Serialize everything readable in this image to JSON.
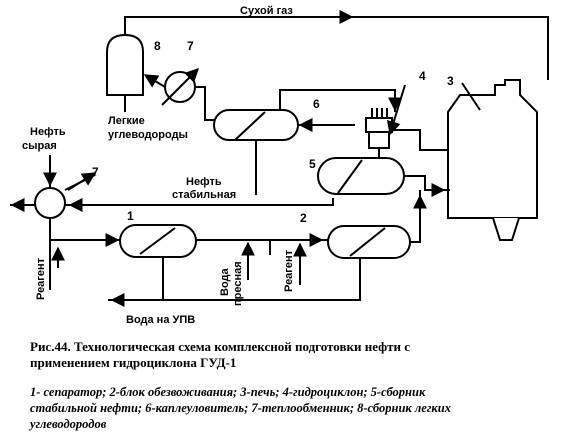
{
  "labels": {
    "dry_gas": "Сухой газ",
    "crude_oil_1": "Нефть",
    "crude_oil_2": "сырая",
    "light_hc_1": "Легкие",
    "light_hc_2": "углеводороды",
    "stable_oil_1": "Нефть",
    "stable_oil_2": "стабильная",
    "water_upv": "Вода на УПВ",
    "reagent_left": "Реагент",
    "reagent_right": "Реагент",
    "fresh_water_1": "Вода",
    "fresh_water_2": "пресная"
  },
  "numbers": {
    "n1": "1",
    "n2": "2",
    "n3": "3",
    "n4": "4",
    "n5": "5",
    "n6": "6",
    "n7a": "7",
    "n7b": "7",
    "n8": "8"
  },
  "caption": {
    "line1": "Рис.44. Технологическая схема комплексной подготовки нефти с",
    "line2": "применением гидроциклона ГУД-1"
  },
  "legend": {
    "line1": "1- сепаратор; 2-блок обезвоживания; 3-печь; 4-гидроциклон; 5-сборник",
    "line2": "стабильной нефти; 6-каплеуловитель; 7-теплообменник; 8-сборник легких",
    "line3": "углеводородов"
  }
}
